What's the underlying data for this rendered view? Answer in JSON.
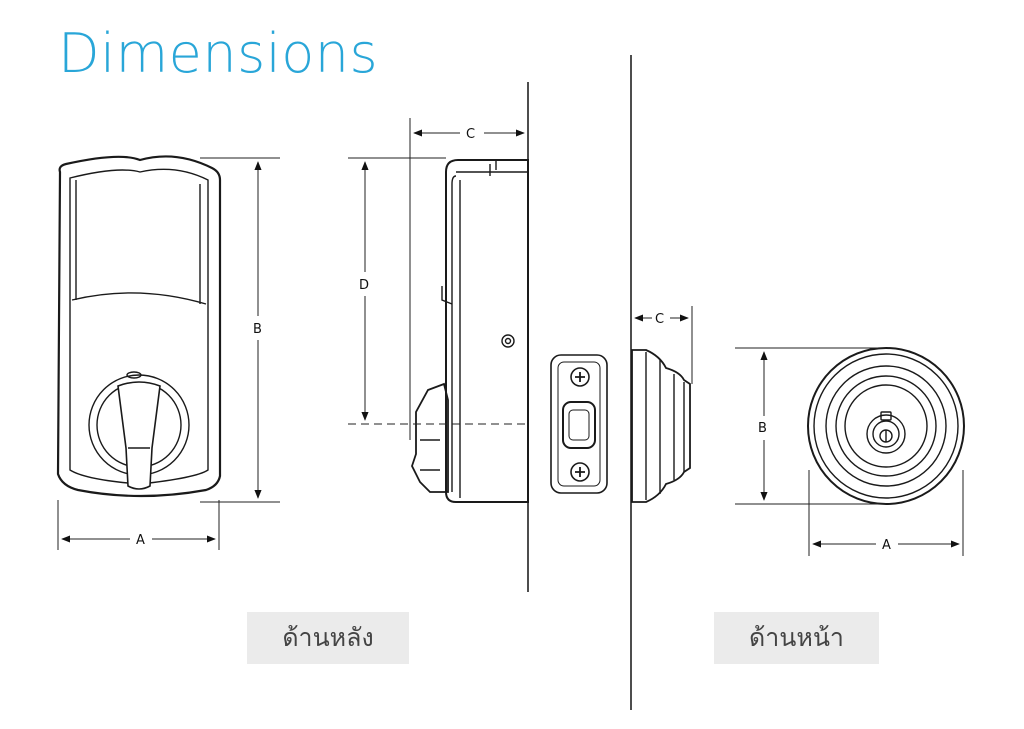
{
  "page": {
    "title": "Dimensions"
  },
  "captions": {
    "back": "ด้านหลัง",
    "front": "ด้านหน้า"
  },
  "dimension_labels": {
    "back_width": "A",
    "back_height": "B",
    "side_depth": "C",
    "side_height": "D",
    "front_depth": "C",
    "front_height": "B",
    "front_width": "A"
  },
  "colors": {
    "title": "#29a6d8",
    "line": "#1a1a1a",
    "caption_bg": "#ebebeb",
    "caption_text": "#444444"
  }
}
